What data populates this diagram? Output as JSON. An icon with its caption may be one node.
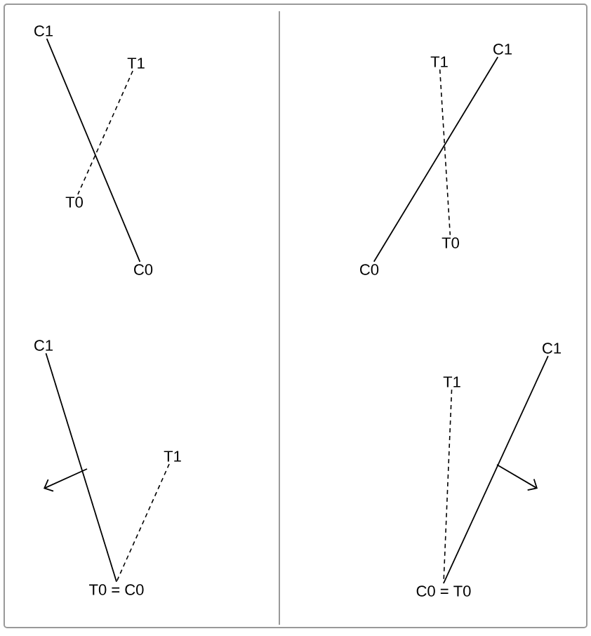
{
  "diagram": {
    "nodes": [
      {
        "text": [
          "C1"
        ]
      },
      {
        "text": [
          "T1"
        ]
      },
      {
        "text": [
          "T0"
        ]
      },
      {
        "text": [
          "C0"
        ]
      },
      {
        "text": [
          "T1"
        ]
      },
      {
        "text": [
          "C1"
        ]
      },
      {
        "text": [
          "T0"
        ]
      },
      {
        "text": [
          "C0"
        ]
      },
      {
        "text": [
          "C1"
        ]
      },
      {
        "text": [
          "T1"
        ]
      },
      {
        "text": [
          "T0 = C0"
        ]
      },
      {
        "text": [
          "T1"
        ]
      },
      {
        "text": [
          "C1"
        ]
      },
      {
        "text": [
          "C0 = T0"
        ]
      }
    ],
    "edges": [
      {
        "from": 0,
        "to": 3,
        "arrow": "none"
      },
      {
        "from": 1,
        "to": 2,
        "arrow": "none",
        "style": "dashed"
      },
      {
        "from": 4,
        "to": 6,
        "arrow": "none",
        "style": "dashed"
      },
      {
        "from": 7,
        "to": 5,
        "arrow": "none"
      },
      {
        "from": 8,
        "to": 10,
        "arrow": "none"
      },
      {
        "from": 9,
        "to": 10,
        "arrow": "none",
        "style": "dashed"
      },
      {
        "from": 11,
        "to": 13,
        "arrow": "none",
        "style": "dashed"
      },
      {
        "from": 12,
        "to": 13,
        "arrow": "none"
      }
    ]
  }
}
